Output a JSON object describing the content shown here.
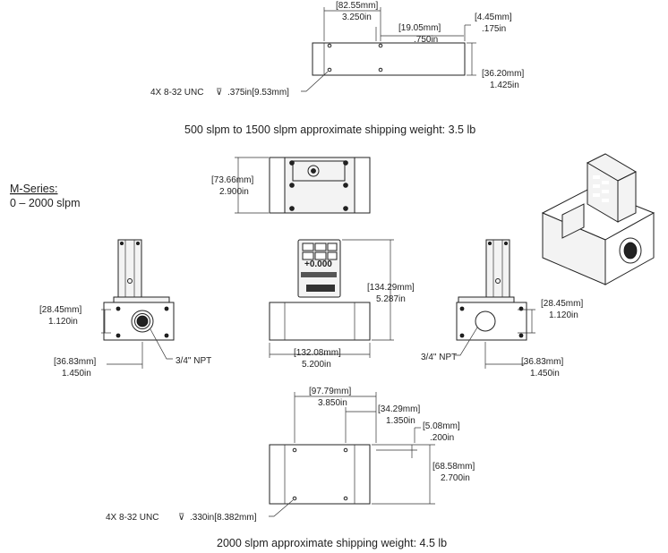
{
  "top_view_500": {
    "width_label_mm": "[82.55mm]",
    "width_label_in": "3.250in",
    "hole_spacing_mm": "[19.05mm]",
    "hole_spacing_in": ".750in",
    "hole_offset_mm": "[4.45mm]",
    "hole_offset_in": ".175in",
    "depth_mm": "[36.20mm]",
    "depth_in": "1.425in",
    "tap_spec": "4X 8-32 UNC",
    "tap_depth": ".375in[9.53mm]"
  },
  "caption_500": "500 slpm to 1500 slpm approximate shipping weight: 3.5 lb",
  "series": {
    "name": "M-Series:",
    "range": "0 – 2000 slpm"
  },
  "top_view_2000": {
    "height_mm": "[73.66mm]",
    "height_in": "2.900in"
  },
  "left_side": {
    "port_height_mm": "[28.45mm]",
    "port_height_in": "1.120in",
    "width_mm": "[36.83mm]",
    "width_in": "1.450in",
    "port_label": "3/4\" NPT"
  },
  "front_view": {
    "height_mm": "[134.29mm]",
    "height_in": "5.287in",
    "width_mm": "[132.08mm]",
    "width_in": "5.200in",
    "display_reading": "+0.000"
  },
  "right_side": {
    "port_height_mm": "[28.45mm]",
    "port_height_in": "1.120in",
    "width_mm": "[36.83mm]",
    "width_in": "1.450in",
    "port_label": "3/4\" NPT"
  },
  "bottom_view_2000": {
    "width_mm": "[97.79mm]",
    "width_in": "3.850in",
    "hole_spacing_mm": "[34.29mm]",
    "hole_spacing_in": "1.350in",
    "hole_offset_mm": "[5.08mm]",
    "hole_offset_in": ".200in",
    "depth_mm": "[68.58mm]",
    "depth_in": "2.700in",
    "tap_spec": "4X 8-32 UNC",
    "tap_depth": ".330in[8.382mm]"
  },
  "caption_2000": "2000 slpm approximate shipping weight: 4.5 lb"
}
